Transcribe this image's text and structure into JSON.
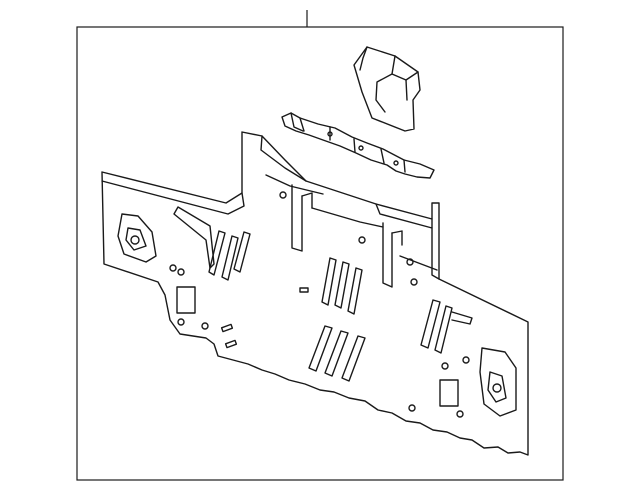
{
  "diagram": {
    "kind": "exploded-parts-illustration",
    "parts": [
      {
        "id": "rear-body-panel"
      },
      {
        "id": "upper-bracket"
      },
      {
        "id": "reinforcement-bar"
      }
    ],
    "line_color": "#1a1a1a",
    "background": "#ffffff"
  }
}
